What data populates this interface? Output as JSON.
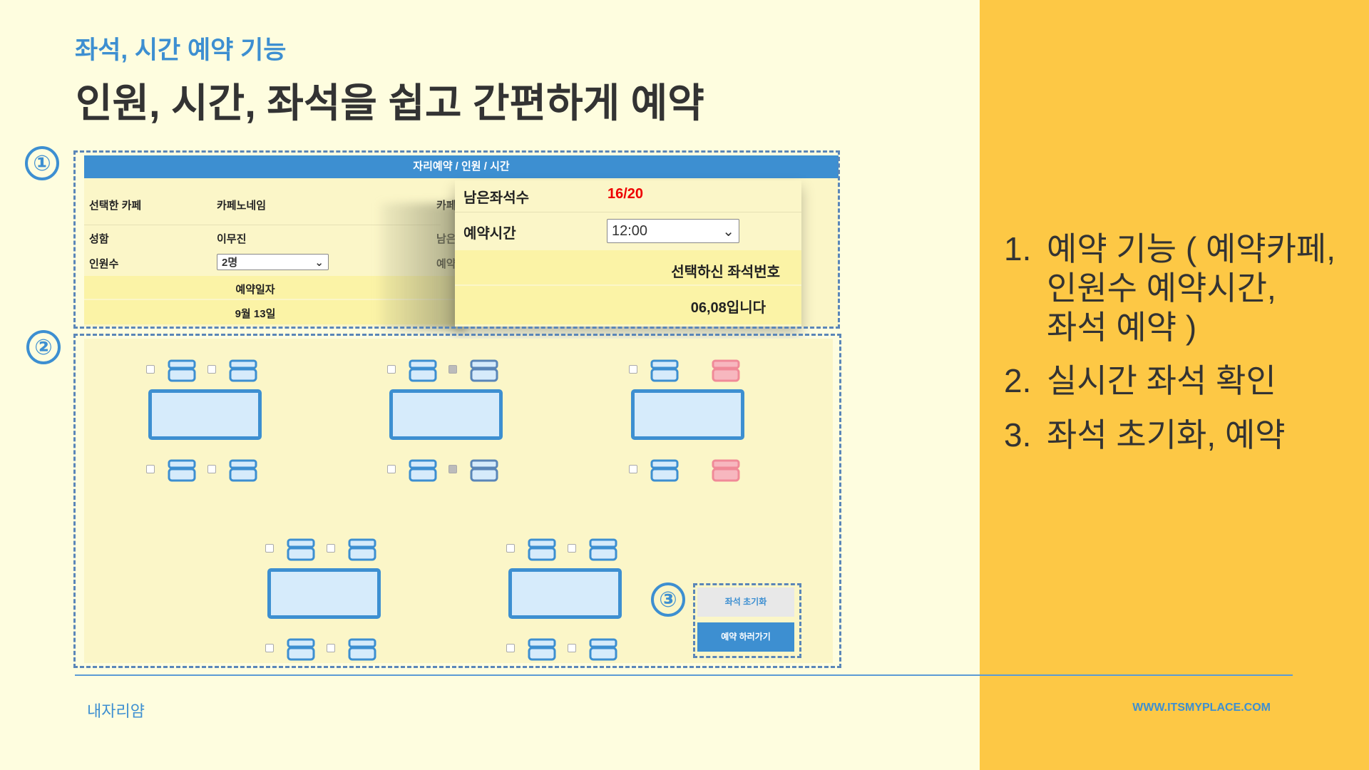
{
  "slide": {
    "subtitle": "좌석, 시간 예약 기능",
    "title": "인원, 시간, 좌석을 쉽고 간편하게 예약",
    "markers": [
      "①",
      "②",
      "③"
    ]
  },
  "form": {
    "header": "자리예약 / 인원 / 시간",
    "rows": [
      {
        "label": "선택한 카페",
        "value": "카페노네임"
      },
      {
        "label": "성함",
        "value": "이무진"
      },
      {
        "label": "인원수",
        "value": "2명"
      }
    ],
    "date_label": "예약일자",
    "date_value": "9월 13일",
    "hidden_labels": [
      "카페",
      "남은",
      "예약"
    ]
  },
  "popup": {
    "remaining_label": "남은좌석수",
    "remaining_value": "16/20",
    "time_label": "예약시간",
    "time_value": "12:00",
    "selected_label": "선택하신 좌석번호",
    "selected_value": "06,08입니다"
  },
  "seating": {
    "tables": [
      {
        "seats": [
          "free",
          "free",
          "free",
          "free"
        ]
      },
      {
        "seats": [
          "free",
          "selected",
          "free",
          "selected"
        ]
      },
      {
        "seats": [
          "free",
          "occupied",
          "free",
          "occupied"
        ]
      },
      {
        "seats": [
          "free",
          "free",
          "free",
          "free"
        ]
      },
      {
        "seats": [
          "free",
          "free",
          "free",
          "free"
        ]
      }
    ],
    "colors": {
      "free": "#3d8fd1",
      "selected": "#5a86b8",
      "occupied": "#f08a98"
    }
  },
  "buttons": {
    "reset": "좌석 초기화",
    "reserve": "예약 하러가기"
  },
  "features": [
    {
      "num": "1.",
      "lines": [
        "예약 기능 ( 예약카페,",
        "인원수 예약시간,",
        "좌석 예약 )"
      ]
    },
    {
      "num": "2.",
      "lines": [
        "실시간 좌석 확인"
      ]
    },
    {
      "num": "3.",
      "lines": [
        "좌석 초기화, 예약"
      ]
    }
  ],
  "footer": {
    "brand": "내자리얌",
    "url": "WWW.ITSMYPLACE.COM"
  }
}
